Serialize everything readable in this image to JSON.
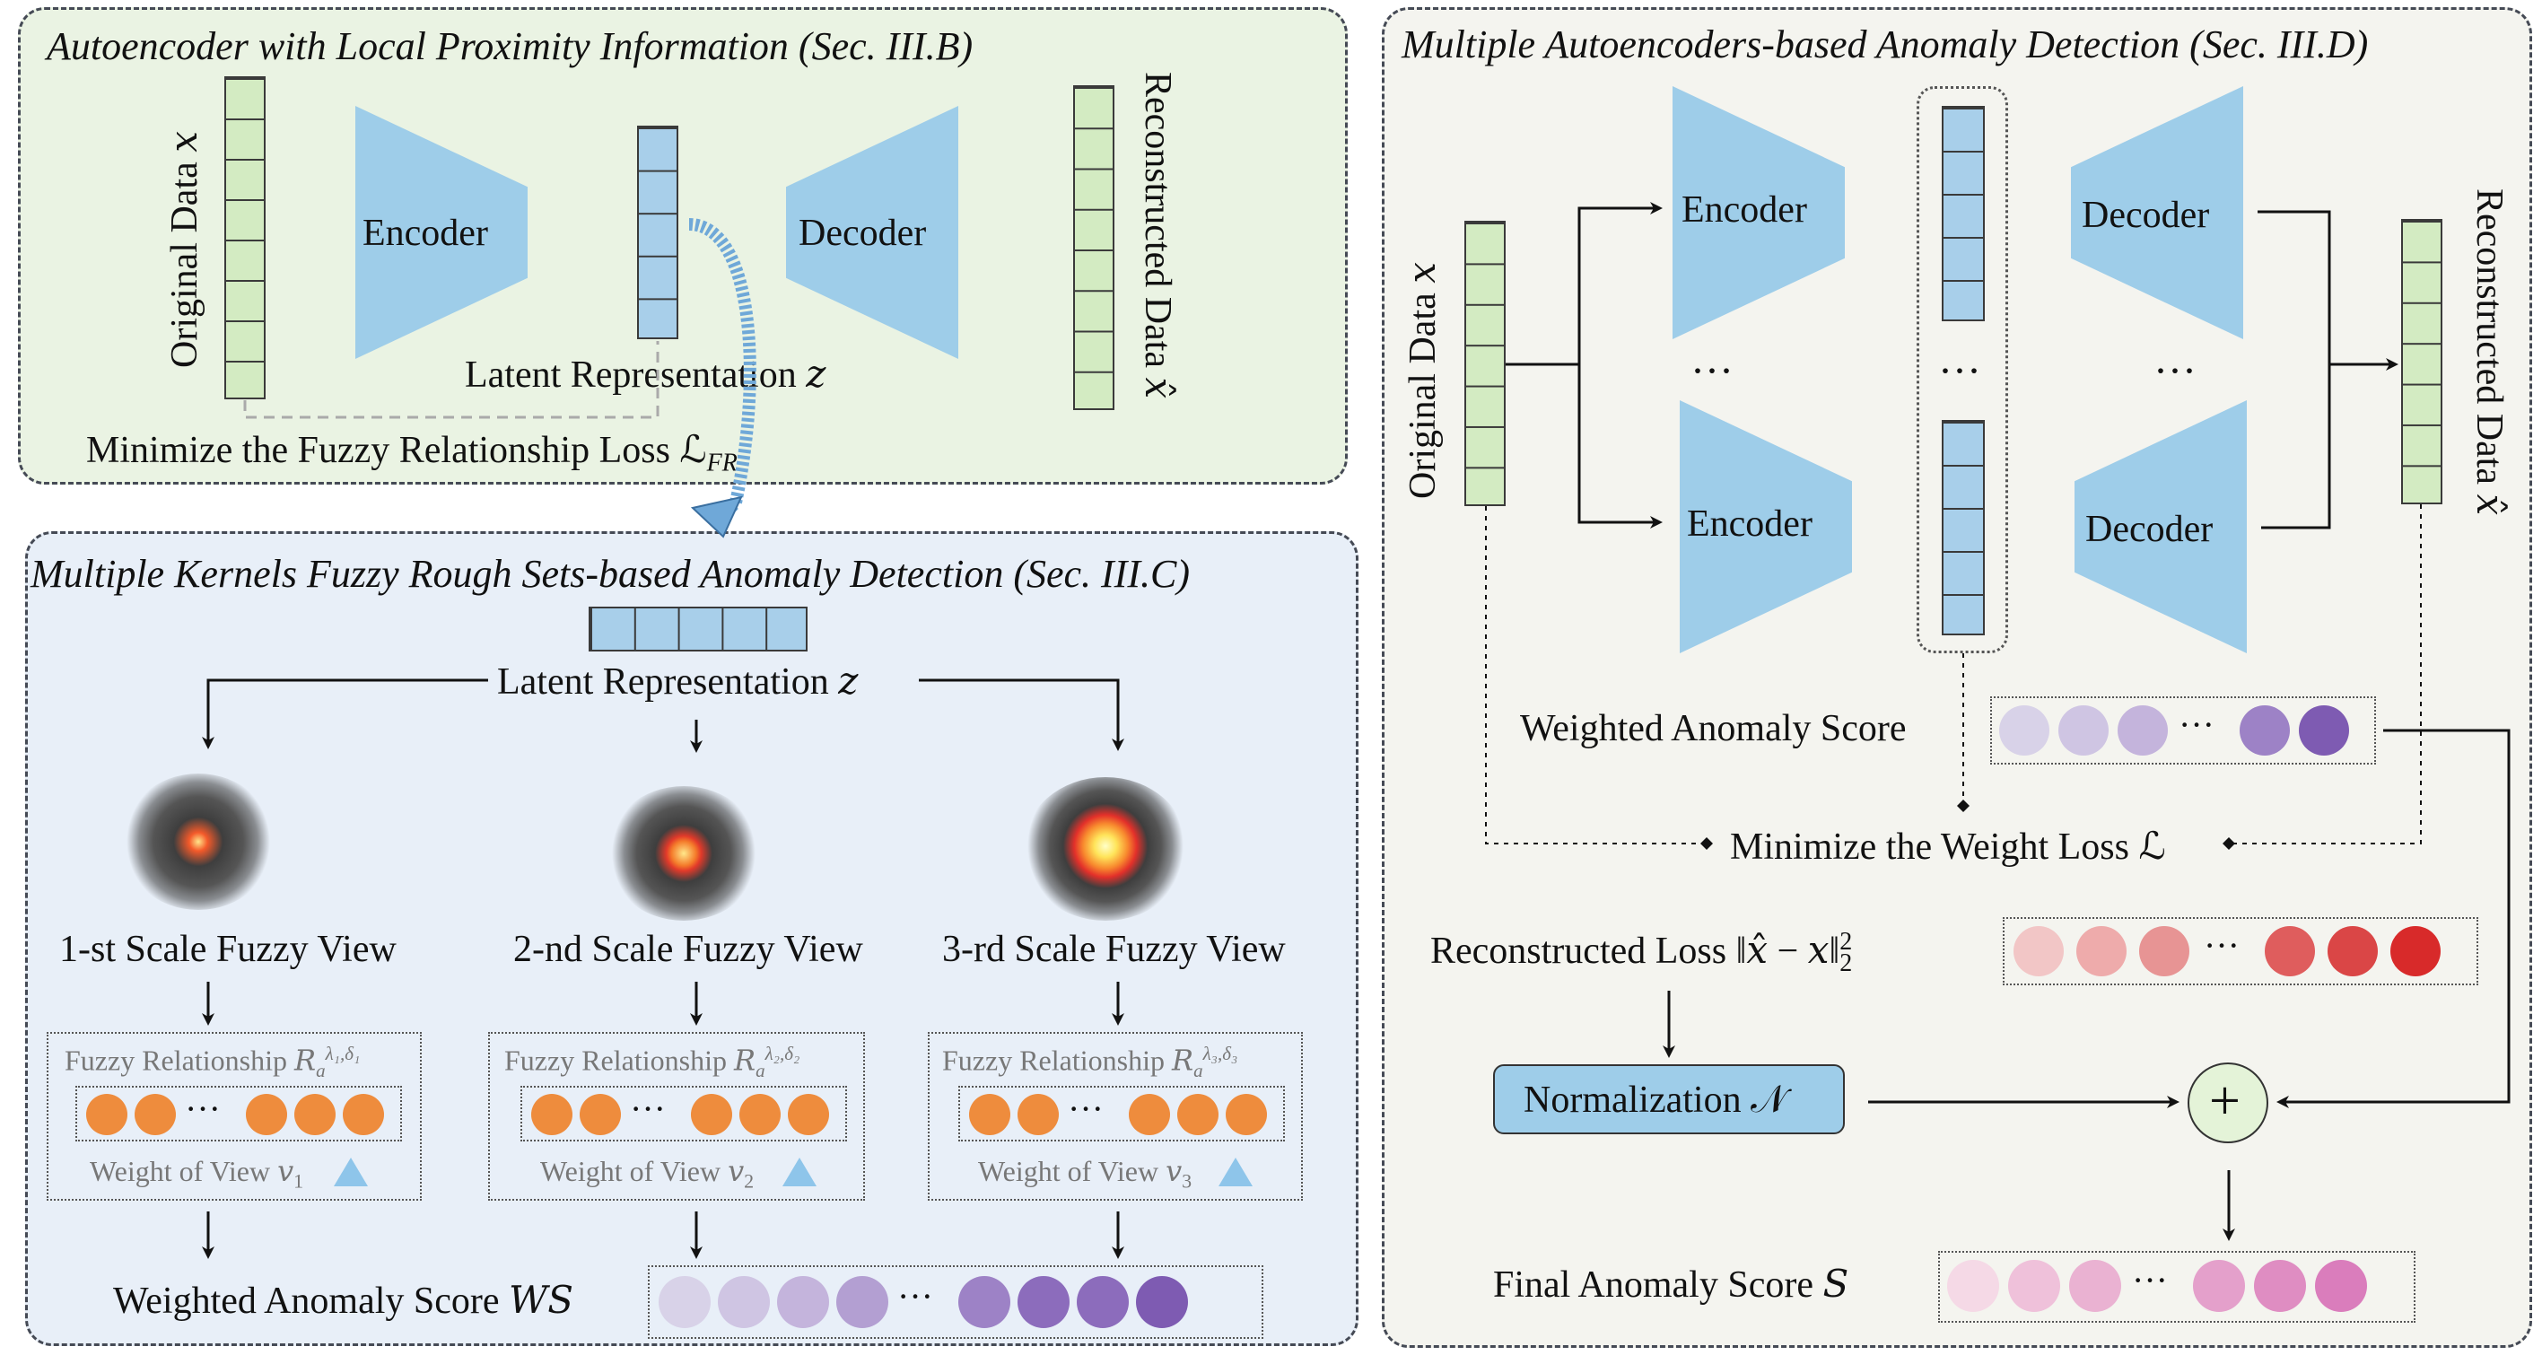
{
  "panel_a": {
    "title": "Autoencoder with Local Proximity Information (Sec. III.B)",
    "original_data_label": "Original Data 𝑥",
    "encoder_label": "Encoder",
    "decoder_label": "Decoder",
    "latent_label": "Latent Representation 𝑧",
    "reconstructed_label": "Reconstructed Data 𝑥̂",
    "loss_label": "Minimize the Fuzzy Relationship Loss ℒ",
    "loss_sub": "FR"
  },
  "panel_b": {
    "title": "Multiple Kernels Fuzzy Rough Sets-based Anomaly Detection (Sec. III.C)",
    "latent_label": "Latent Representation 𝑧",
    "views": [
      {
        "name": "1-st Scale Fuzzy View",
        "rel_label": "Fuzzy Relationship 𝑅",
        "rel_sup": "λ₁,δ₁",
        "weight_label": "Weight of View 𝑣",
        "weight_sub": "1"
      },
      {
        "name": "2-nd Scale Fuzzy View",
        "rel_label": "Fuzzy Relationship 𝑅",
        "rel_sup": "λ₂,δ₂",
        "weight_label": "Weight of View 𝑣",
        "weight_sub": "2"
      },
      {
        "name": "3-rd Scale Fuzzy View",
        "rel_label": "Fuzzy Relationship 𝑅",
        "rel_sup": "λ₃,δ₃",
        "weight_label": "Weight of View 𝑣",
        "weight_sub": "3"
      }
    ],
    "rel_sub": "a",
    "ellipsis": "···",
    "weighted_score_label": "Weighted Anomaly Score 𝑊𝑆"
  },
  "panel_c": {
    "title": "Multiple Autoencoders-based Anomaly Detection (Sec. III.D)",
    "original_data_label": "Original Data 𝑥",
    "reconstructed_label": "Reconstructed Data 𝑥̂",
    "encoder_label": "Encoder",
    "decoder_label": "Decoder",
    "ellipsis": "···",
    "weighted_score_label": "Weighted Anomaly Score",
    "weight_loss_label": "Minimize the Weight Loss ℒ",
    "recon_loss_label": "Reconstructed Loss ‖𝑥̂ − 𝑥‖",
    "recon_loss_sup": "2",
    "recon_loss_sub": "2",
    "normalization_label": "Normalization 𝒩",
    "plus_symbol": "+",
    "final_score_label": "Final Anomaly Score 𝑆"
  },
  "colors": {
    "panel_a_bg": "#eaf3e3",
    "panel_b_bg": "#e8eff8",
    "panel_c_bg": "#f4f4ef",
    "block_blue": "#9ecde9",
    "orange": "#ee8c3d",
    "purple_scale": [
      "#d8d2e8",
      "#cfc5e3",
      "#c4b4dc",
      "#b39fd2",
      "#9d82c6",
      "#8c6cbc",
      "#7e5bb2"
    ],
    "red_scale": [
      "#f2c6c6",
      "#eeabab",
      "#e79494",
      "#df5d5d",
      "#da4646",
      "#d82a2a"
    ],
    "pink_scale": [
      "#f5d9e6",
      "#efc1da",
      "#eab2d2",
      "#e4a0cb",
      "#df8dc2",
      "#da7dbc"
    ]
  }
}
